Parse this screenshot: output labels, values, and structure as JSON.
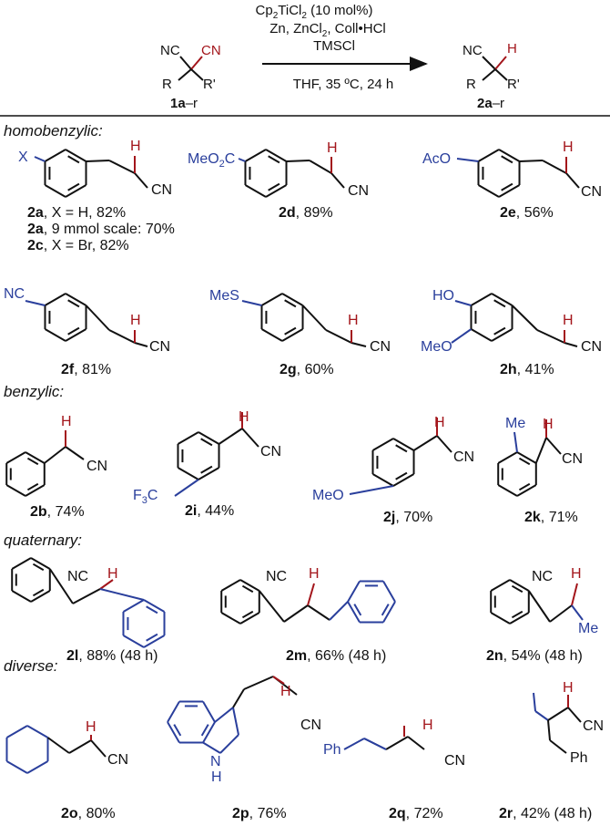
{
  "colors": {
    "black": "#111111",
    "blue": "#2a3f9c",
    "red": "#a3151b"
  },
  "scheme": {
    "reagent_1a": "Cp",
    "reagent_1b": "2",
    "reagent_1c": "TiCl",
    "reagent_1d": "2",
    "reagent_1e": " (10 mol%)",
    "reagent_2": "Zn, ZnCl",
    "reagent_2b": "2",
    "reagent_2c": ", Coll•HCl",
    "reagent_3": "TMSCl",
    "conditions": "THF, 35 ºC, 24 h",
    "start_nc": "NC",
    "start_cn": "CN",
    "start_r": "R",
    "start_rp": "R'",
    "start_id_num": "1a",
    "start_id_rest": "–r",
    "prod_nc": "NC",
    "prod_h": "H",
    "prod_r": "R",
    "prod_rp": "R'",
    "prod_id_num": "2a",
    "prod_id_rest": "–r"
  },
  "sections": {
    "homobenzylic": "homobenzylic:",
    "benzylic": "benzylic:",
    "quaternary": "quaternary:",
    "diverse": "diverse:"
  },
  "atoms": {
    "h": "H",
    "cn": "CN",
    "nc": "NC",
    "x": "X",
    "meo2c": "MeO",
    "meo2c_sub": "2",
    "meo2c_c": "C",
    "aco": "AcO",
    "nc_sub": "NC",
    "mes": "MeS",
    "ho": "HO",
    "meo": "MeO",
    "f3c_f": "F",
    "f3c_sub": "3",
    "f3c_c": "C",
    "me": "Me",
    "ph": "Ph",
    "nh_n": "N",
    "nh_h": "H"
  },
  "labels": {
    "2a_id": "2a",
    "2a_text": ", X = H, 82%",
    "2a9_id": "2a",
    "2a9_text": ", 9 mmol scale: 70%",
    "2c_id": "2c",
    "2c_text": ", X = Br, 82%",
    "2d_id": "2d",
    "2d_text": ", 89%",
    "2e_id": "2e",
    "2e_text": ", 56%",
    "2f_id": "2f",
    "2f_text": ", 81%",
    "2g_id": "2g",
    "2g_text": ", 60%",
    "2h_id": "2h",
    "2h_text": ", 41%",
    "2b_id": "2b",
    "2b_text": ", 74%",
    "2i_id": "2i",
    "2i_text": ", 44%",
    "2j_id": "2j",
    "2j_text": ", 70%",
    "2k_id": "2k",
    "2k_text": ", 71%",
    "2l_id": "2l",
    "2l_text": ", 88% (48 h)",
    "2m_id": "2m",
    "2m_text": ", 66% (48 h)",
    "2n_id": "2n",
    "2n_text": ", 54% (48 h)",
    "2o_id": "2o",
    "2o_text": ", 80%",
    "2p_id": "2p",
    "2p_text": ", 76%",
    "2q_id": "2q",
    "2q_text": ", 72%",
    "2r_id": "2r",
    "2r_text": ", 42% (48 h)"
  }
}
